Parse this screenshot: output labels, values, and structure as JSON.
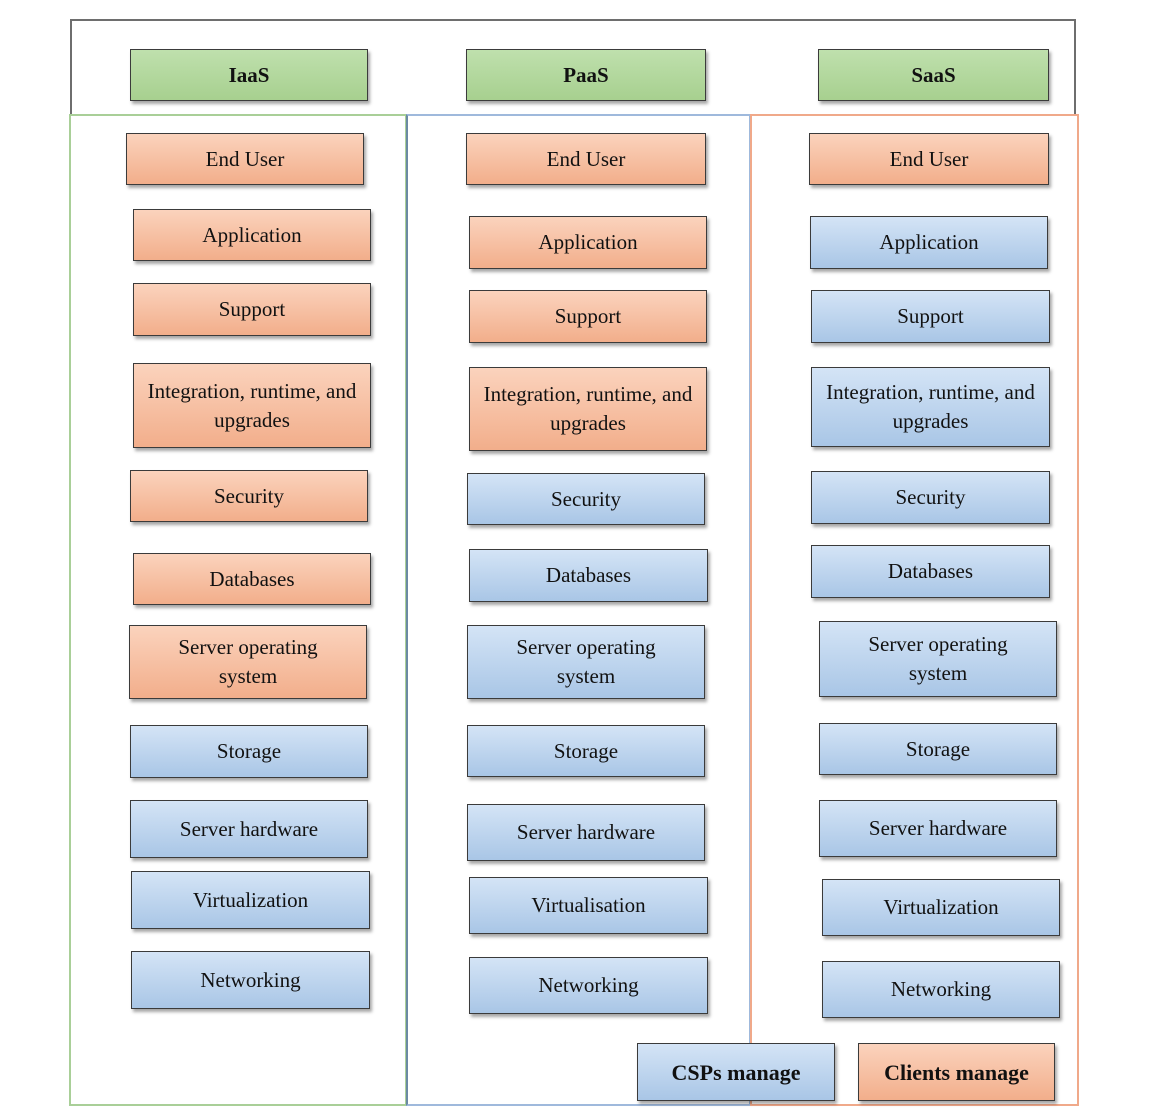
{
  "headers": {
    "iaas": "IaaS",
    "paas": "PaaS",
    "saas": "SaaS"
  },
  "columns": {
    "iaas": {
      "end_user": "End User",
      "application": "Application",
      "support": "Support",
      "integration": "Integration, runtime, and upgrades",
      "security": "Security",
      "databases": "Databases",
      "server_os": "Server operating system",
      "storage": "Storage",
      "server_hardware": "Server hardware",
      "virtualization": "Virtualization",
      "networking": "Networking"
    },
    "paas": {
      "end_user": "End User",
      "application": "Application",
      "support": "Support",
      "integration": "Integration, runtime, and upgrades",
      "security": "Security",
      "databases": "Databases",
      "server_os": "Server operating system",
      "storage": "Storage",
      "server_hardware": "Server hardware",
      "virtualization": "Virtualisation",
      "networking": "Networking"
    },
    "saas": {
      "end_user": "End User",
      "application": "Application",
      "support": "Support",
      "integration": "Integration, runtime, and upgrades",
      "security": "Security",
      "databases": "Databases",
      "server_os": "Server operating system",
      "storage": "Storage",
      "server_hardware": "Server hardware",
      "virtualization": "Virtualization",
      "networking": "Networking"
    }
  },
  "legend": {
    "csp": "CSPs manage",
    "client": "Clients manage"
  },
  "colors": {
    "header": "#a7d08f",
    "client_managed": "#f2ae8b",
    "csp_managed": "#a9c6e6"
  }
}
